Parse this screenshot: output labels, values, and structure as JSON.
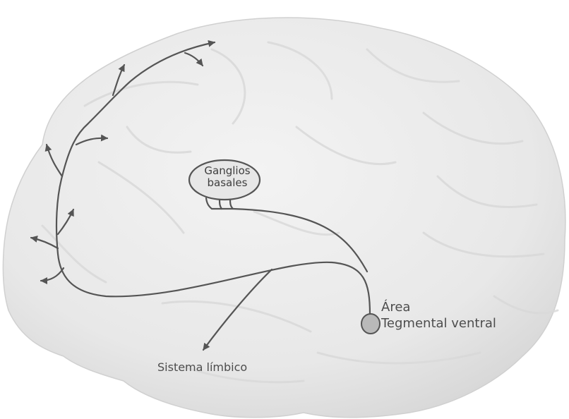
{
  "labels": {
    "basal_ganglia_line1": "Ganglios",
    "basal_ganglia_line2": "basales",
    "vta_line1": "Área",
    "vta_line2": "Tegmental ventral",
    "limbic": "Sistema límbico"
  },
  "colors": {
    "brain_fill": "#e9e9e9",
    "brain_shadow": "#cfcfcf",
    "pathway": "#555555",
    "nucleus_fill": "#b9b9b9",
    "text": "#4d4d4d"
  }
}
